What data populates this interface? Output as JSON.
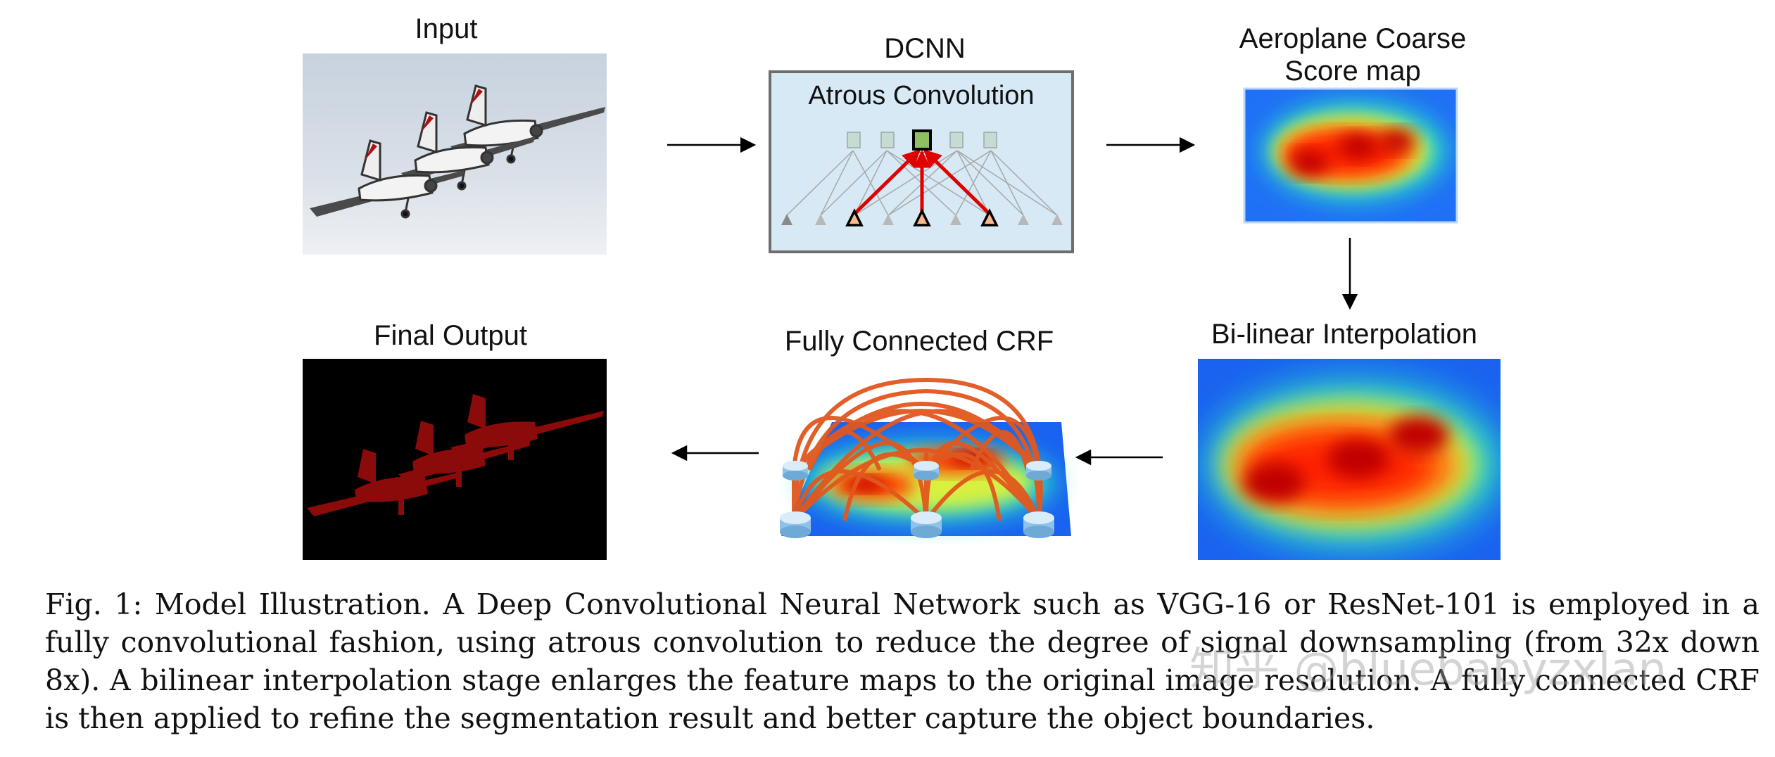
{
  "stages": {
    "input": "Input",
    "dcnn": "DCNN",
    "atrous": "Atrous Convolution",
    "coarse_line1": "Aeroplane Coarse",
    "coarse_line2": "Score map",
    "bilinear": "Bi-linear Interpolation",
    "crf": "Fully Connected CRF",
    "final": "Final Output"
  },
  "caption": "Fig. 1: Model Illustration. A Deep Convolutional Neural Network such as VGG-16 or ResNet-101 is employed in a fully convolutional fashion, using atrous convolution to reduce the degree of signal downsampling (from 32x down 8x). A bilinear interpolation stage enlarges the feature maps to the original image resolution. A fully connected CRF is then applied to refine the segmentation result and better capture the object boundaries.",
  "watermark": "知乎 @bluebabyzxlan",
  "colors": {
    "arrow": "#000000",
    "atrous_active": "#e00000",
    "atrous_panel": "#d6e9f5",
    "crf_edges": "#e2571e",
    "segmentation": "#8b0a0a",
    "output_bg": "#000000"
  }
}
